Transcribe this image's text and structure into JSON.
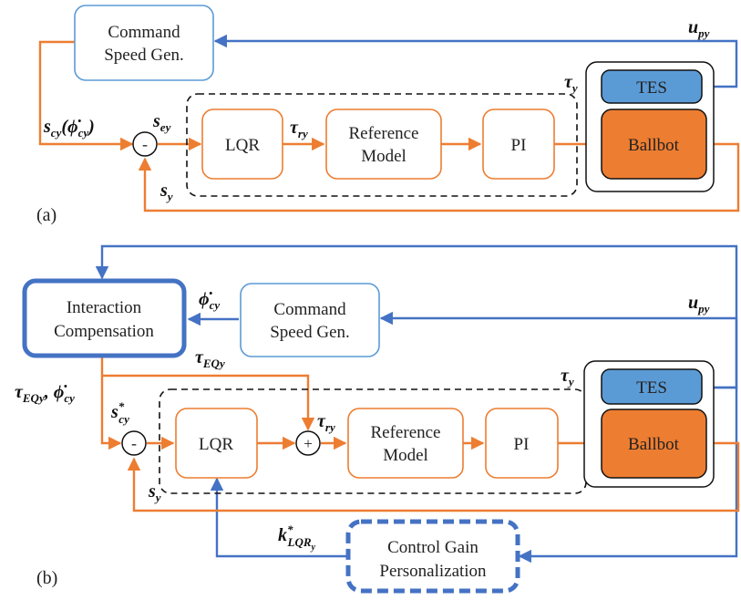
{
  "panel_a": {
    "label": "(a)",
    "command_block": [
      "Command",
      "Speed Gen."
    ],
    "lqr": "LQR",
    "reference_model": [
      "Reference",
      "Model"
    ],
    "pi": "PI",
    "tes": "TES",
    "ballbot": "Ballbot",
    "summer_sign": "-",
    "signals": {
      "u_py": "u",
      "u_py_sub": "py",
      "s_cy": "s",
      "s_cy_sub": "cy",
      "s_cy_rest": "(ϕ̇",
      "s_cy_rest_sub": "cy",
      "s_cy_close": ")",
      "s_ey": "s",
      "s_ey_sub": "ey",
      "tau_ry": "τ",
      "tau_ry_sub": "ry",
      "tau_y": "τ",
      "tau_y_sub": "y",
      "s_y": "s",
      "s_y_sub": "y"
    }
  },
  "panel_b": {
    "label": "(b)",
    "interaction_block": [
      "Interaction",
      "Compensation"
    ],
    "command_block": [
      "Command",
      "Speed Gen."
    ],
    "lqr": "LQR",
    "reference_model": [
      "Reference",
      "Model"
    ],
    "pi": "PI",
    "tes": "TES",
    "ballbot": "Ballbot",
    "gain_block": [
      "Control Gain",
      "Personalization"
    ],
    "summer_minus": "-",
    "summer_plus": "+",
    "signals": {
      "phi_cy": "ϕ̇",
      "phi_cy_sub": "cy",
      "u_py": "u",
      "u_py_sub": "py",
      "tau_eqy": "τ",
      "tau_eqy_sub": "EQy",
      "tau_eqy_phi": "τ",
      "tau_eqy_phi_sub": "EQy",
      "tau_eqy_phi_rest": ", ϕ̇",
      "tau_eqy_phi_rest_sub": "cy",
      "s_cy_star": "s",
      "s_cy_star_sup": "*",
      "s_cy_star_sub": "cy",
      "tau_ry": "τ",
      "tau_ry_sub": "ry",
      "tau_y": "τ",
      "tau_y_sub": "y",
      "s_y": "s",
      "s_y_sub": "y",
      "k_lqr": "k",
      "k_lqr_sup": "*",
      "k_lqr_sub": "LQR",
      "k_lqr_subsub": "y"
    }
  },
  "colors": {
    "orange": "#ED7D31",
    "blue": "#4472C4",
    "tes_fill": "#5B9BD5",
    "ballbot_fill": "#ED7D31",
    "command_border": "#5B9BD5"
  }
}
